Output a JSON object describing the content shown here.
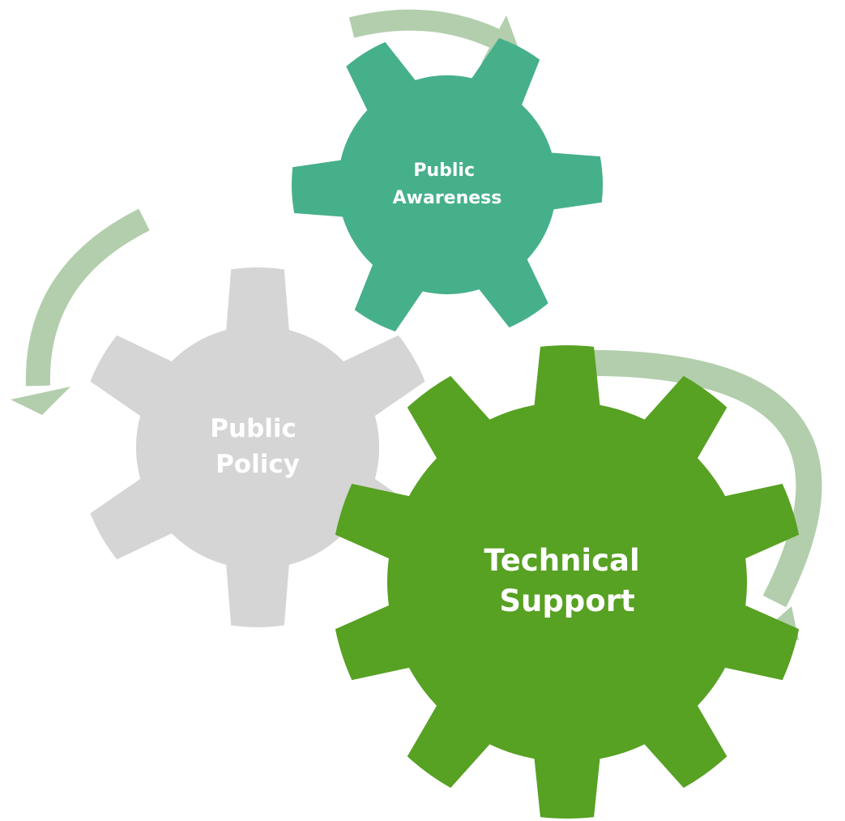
{
  "diagram": {
    "colors": {
      "technical_support_gear": "#57a123",
      "public_policy_gear": "#d5d5d5",
      "public_awareness_gear": "#46b08b",
      "cycle_arrow": "#b2ceac",
      "label_text": "#ffffff"
    },
    "gears": [
      {
        "id": "public-awareness",
        "label_lines": [
          "Public",
          "Awareness"
        ],
        "teeth": 6
      },
      {
        "id": "public-policy",
        "label_lines": [
          "Public",
          "Policy"
        ],
        "teeth": 6
      },
      {
        "id": "technical-support",
        "label_lines": [
          "Technical",
          "Support"
        ],
        "teeth": 10
      }
    ],
    "arrows": [
      {
        "id": "top",
        "direction": "clockwise"
      },
      {
        "id": "left",
        "direction": "counter-clockwise"
      },
      {
        "id": "right",
        "direction": "clockwise"
      }
    ]
  }
}
